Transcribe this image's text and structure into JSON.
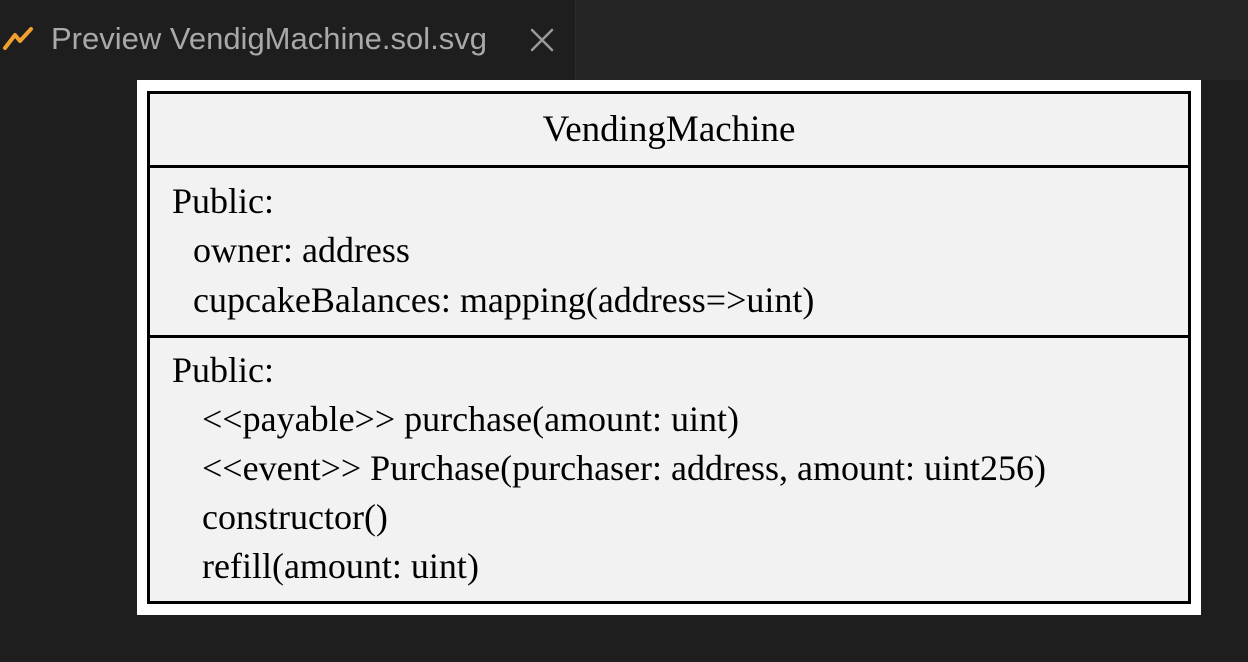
{
  "editor": {
    "tab": {
      "title": "Preview VendigMachine.sol.svg",
      "icon": "preview-icon",
      "close_icon": "close-icon",
      "icon_color": "#f0a030"
    }
  },
  "diagram": {
    "class_name": "VendingMachine",
    "attributes": {
      "visibility": "Public:",
      "items": [
        "owner: address",
        "cupcakeBalances: mapping(address=>uint)"
      ]
    },
    "operations": {
      "visibility": "Public:",
      "items": [
        "<<payable>> purchase(amount: uint)",
        "<<event>> Purchase(purchaser: address, amount: uint256)",
        "constructor()",
        "refill(amount: uint)"
      ]
    }
  }
}
